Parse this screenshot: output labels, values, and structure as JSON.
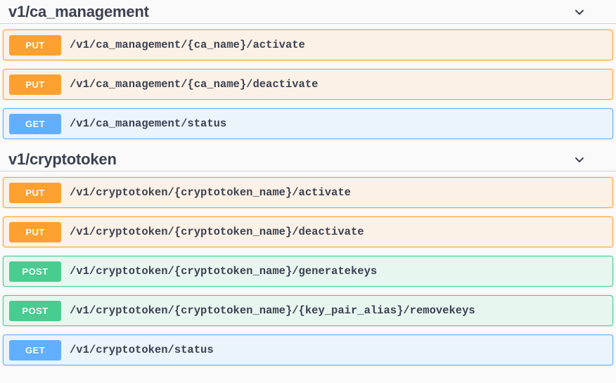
{
  "page": {
    "background_color": "#fafafa",
    "text_color": "#3b4151"
  },
  "method_colors": {
    "get": "#61affe",
    "post": "#49cc90",
    "put": "#fca130"
  },
  "sections": [
    {
      "title": "v1/ca_management",
      "toggle_icon": "chevron-down-icon",
      "expanded": true,
      "operations": [
        {
          "method": "PUT",
          "path": "/v1/ca_management/{ca_name}/activate"
        },
        {
          "method": "PUT",
          "path": "/v1/ca_management/{ca_name}/deactivate"
        },
        {
          "method": "GET",
          "path": "/v1/ca_management/status"
        }
      ]
    },
    {
      "title": "v1/cryptotoken",
      "toggle_icon": "chevron-down-icon",
      "expanded": true,
      "operations": [
        {
          "method": "PUT",
          "path": "/v1/cryptotoken/{cryptotoken_name}/activate"
        },
        {
          "method": "PUT",
          "path": "/v1/cryptotoken/{cryptotoken_name}/deactivate"
        },
        {
          "method": "POST",
          "path": "/v1/cryptotoken/{cryptotoken_name}/generatekeys"
        },
        {
          "method": "POST",
          "path": "/v1/cryptotoken/{cryptotoken_name}/{key_pair_alias}/removekeys"
        },
        {
          "method": "GET",
          "path": "/v1/cryptotoken/status"
        }
      ]
    }
  ]
}
